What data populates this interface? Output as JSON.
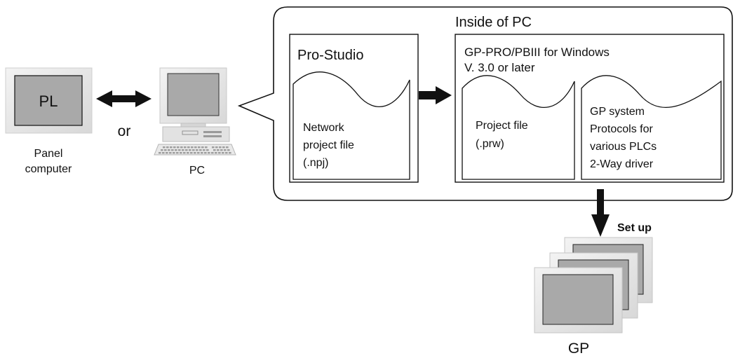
{
  "panel_computer": {
    "screen_label": "PL",
    "caption_line1": "Panel",
    "caption_line2": "computer"
  },
  "connector_label": "or",
  "pc": {
    "caption": "PC"
  },
  "callout": {
    "title": "Inside of PC",
    "pro_studio": {
      "title": "Pro-Studio",
      "doc_lines": [
        "Network",
        "project file",
        "(.npj)"
      ]
    },
    "gp_pro": {
      "title_line1": "GP-PRO/PBIII for Windows",
      "title_line2": "V. 3.0 or later",
      "project_doc_lines": [
        "Project file",
        "(.prw)"
      ],
      "system_doc_lines": [
        "GP system",
        "Protocols for",
        "various PLCs",
        "2-Way driver"
      ]
    }
  },
  "setup_label": "Set up",
  "gp": {
    "caption": "GP"
  },
  "colors": {
    "screen_fill": "#a9a9a9",
    "bezel_fill": "#e7e7e7",
    "stroke": "#1a1a1a",
    "arrow": "#111111"
  }
}
